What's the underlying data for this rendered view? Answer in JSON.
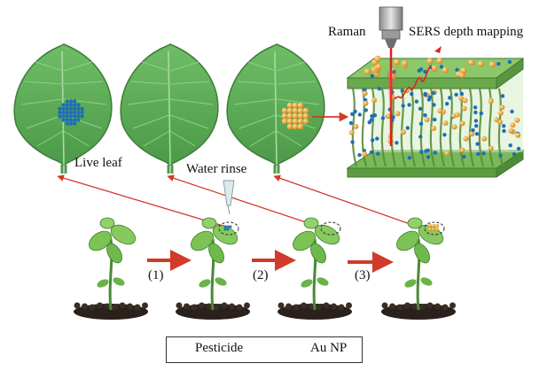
{
  "labels": {
    "raman": "Raman",
    "sers": "SERS depth mapping",
    "live_leaf": "Live leaf",
    "water_rinse": "Water rinse",
    "step1": "(1)",
    "step2": "(2)",
    "step3": "(3)"
  },
  "legend": {
    "pesticide": "Pesticide",
    "au_np": "Au NP"
  },
  "colors": {
    "leaf_fill": "#5fae5a",
    "leaf_edge": "#3d7d3a",
    "vein": "#8fd08a",
    "pesticide": "#1f6fb5",
    "au_np": "#e8a93a",
    "arrow_red": "#d23a2a",
    "laser": "#e02020",
    "soil": "#2a211c"
  }
}
